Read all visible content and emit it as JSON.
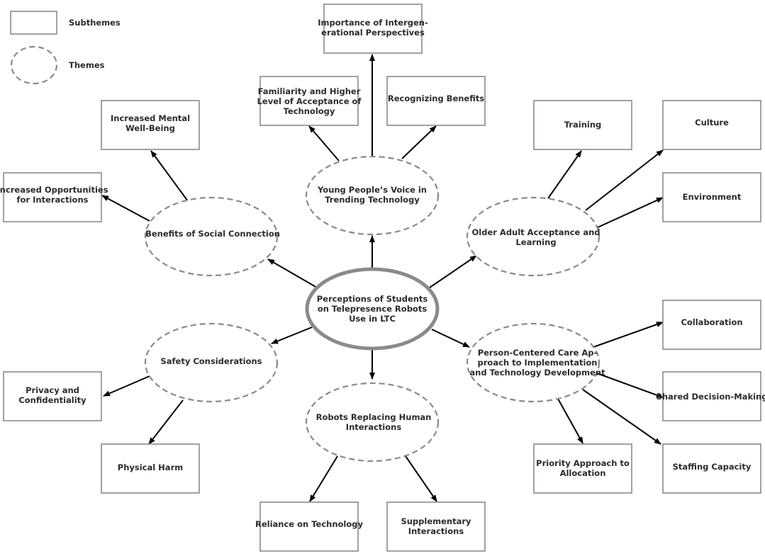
{
  "legend": {
    "subthemes": "Subthemes",
    "themes": "Themes"
  },
  "center": {
    "lines": [
      "Perceptions of Students",
      "on Telepresence Robots",
      "Use in LTC"
    ]
  },
  "themes": {
    "benefits_social": {
      "lines": [
        "Benefits of Social Connection"
      ]
    },
    "young_people": {
      "lines": [
        "Young People’s Voice in",
        "Trending Technology"
      ]
    },
    "older_adult": {
      "lines": [
        "Older Adult Acceptance and",
        "Learning"
      ]
    },
    "safety": {
      "lines": [
        "Safety Considerations"
      ]
    },
    "robots_replacing": {
      "lines": [
        "Robots Replacing Human",
        "Interactions"
      ]
    },
    "person_centered": {
      "lines": [
        "Person-Centered Care Ap-",
        "proach to Implementation",
        "and Technology Development"
      ]
    }
  },
  "subthemes": {
    "intergenerational": {
      "lines": [
        "Importance of Intergen-",
        "erational Perspectives"
      ]
    },
    "familiarity": {
      "lines": [
        "Familiarity and Higher",
        "Level of Acceptance of",
        "Technology"
      ]
    },
    "recognizing": {
      "lines": [
        "Recognizing Benefits"
      ]
    },
    "mental": {
      "lines": [
        "Increased Mental",
        "Well-Being"
      ]
    },
    "opportunities": {
      "lines": [
        "Increased Opportunities",
        "for Interactions"
      ]
    },
    "training": {
      "lines": [
        "Training"
      ]
    },
    "culture": {
      "lines": [
        "Culture"
      ]
    },
    "environment": {
      "lines": [
        "Environment"
      ]
    },
    "collaboration": {
      "lines": [
        "Collaboration"
      ]
    },
    "shared": {
      "lines": [
        "Shared Decision-Making"
      ]
    },
    "staffing": {
      "lines": [
        "Staffing Capacity"
      ]
    },
    "priority": {
      "lines": [
        "Priority Approach to",
        "Allocation"
      ]
    },
    "privacy": {
      "lines": [
        "Privacy and",
        "Confidentiality"
      ]
    },
    "physical": {
      "lines": [
        "Physical Harm"
      ]
    },
    "reliance": {
      "lines": [
        "Reliance on Technology"
      ]
    },
    "supplementary": {
      "lines": [
        "Supplementary",
        "Interactions"
      ]
    }
  }
}
